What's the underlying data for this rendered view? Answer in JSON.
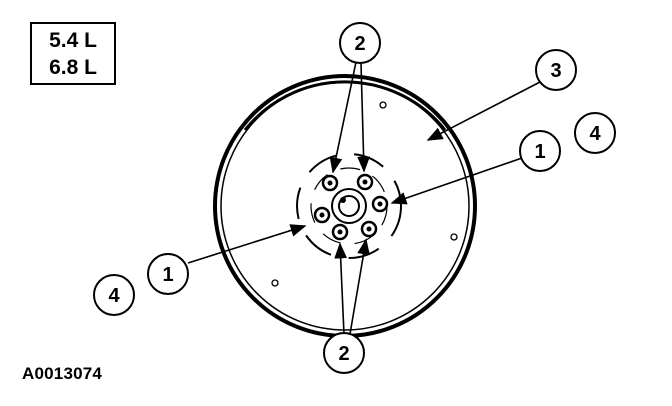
{
  "engine_labels": [
    "5.4 L",
    "6.8 L"
  ],
  "callouts": {
    "top_2": "2",
    "bottom_2": "2",
    "item_3": "3",
    "right_1": "1",
    "right_4": "4",
    "left_1": "1",
    "left_4": "4"
  },
  "figure_id": "A0013074"
}
